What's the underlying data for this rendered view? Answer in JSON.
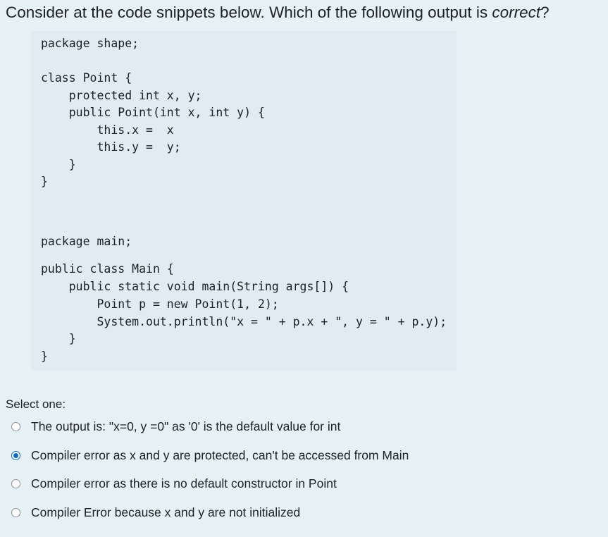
{
  "question": {
    "text_prefix": "Consider at the code snippets below. Which of the following output is ",
    "text_emphasis": "correct",
    "text_suffix": "?"
  },
  "code": {
    "snippet1": [
      "package shape;",
      "",
      "class Point {",
      "    protected int x, y;",
      "    public Point(int x, int y) {",
      "        this.x =  x",
      "        this.y =  y;",
      "    }",
      "}"
    ],
    "snippet2": [
      "package main;",
      "",
      "public class Main {",
      "    public static void main(String args[]) {",
      "        Point p = new Point(1, 2);",
      "        System.out.println(\"x = \" + p.x + \", y = \" + p.y);",
      "    }",
      "}"
    ]
  },
  "answer": {
    "prompt": "Select one:",
    "options": [
      {
        "label": "The output is: \"x=0, y =0\" as '0' is the default value for int",
        "selected": false
      },
      {
        "label": "Compiler error as x and y are protected, can't be accessed from Main",
        "selected": true
      },
      {
        "label": "Compiler error as there is no default constructor in Point",
        "selected": false
      },
      {
        "label": "Compiler Error because x and y are not initialized",
        "selected": false
      }
    ]
  },
  "colors": {
    "background": "#e6f1f6",
    "code_background": "#e0ecf2",
    "radio_selected": "#0f6cbf",
    "text": "#1d2125"
  }
}
